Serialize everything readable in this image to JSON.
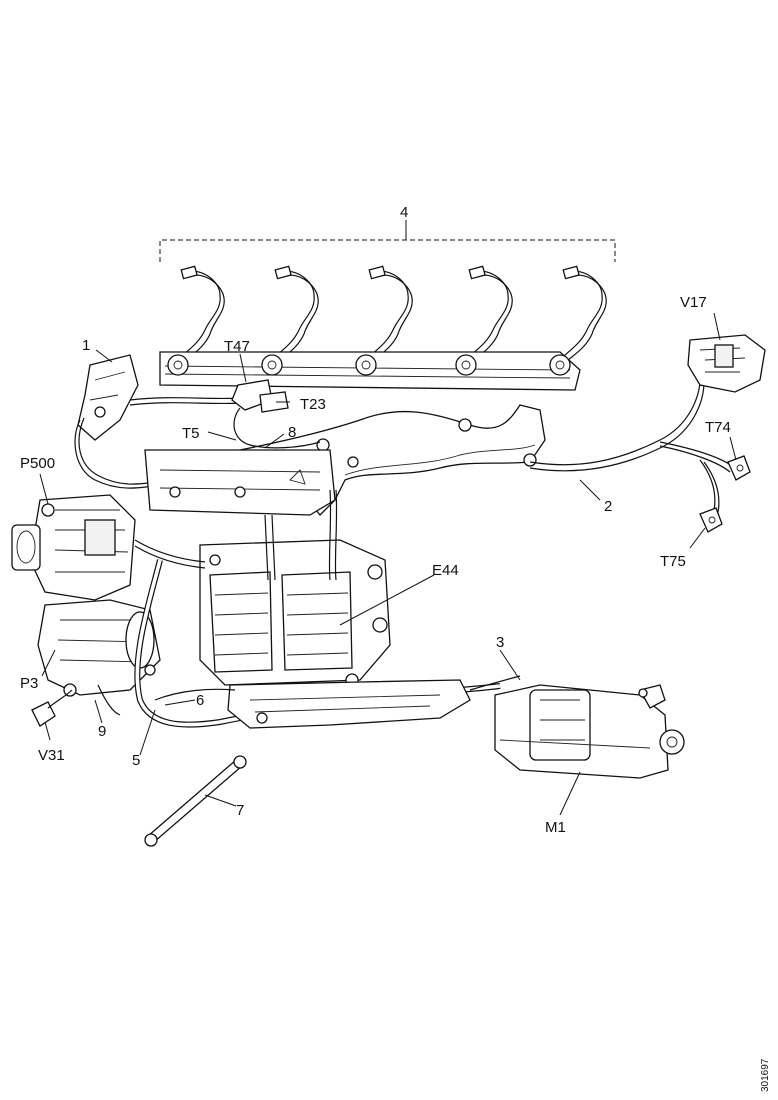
{
  "labels": {
    "l4": "4",
    "l1": "1",
    "lT47": "T47",
    "lT23": "T23",
    "lT5": "T5",
    "l8": "8",
    "lV17": "V17",
    "lT74": "T74",
    "lP500": "P500",
    "l2": "2",
    "lT75": "T75",
    "lE44": "E44",
    "l3": "3",
    "lP3": "P3",
    "l6": "6",
    "lV31": "V31",
    "l9": "9",
    "l5": "5",
    "l7": "7",
    "lM1": "M1"
  },
  "figure_code": "301697"
}
